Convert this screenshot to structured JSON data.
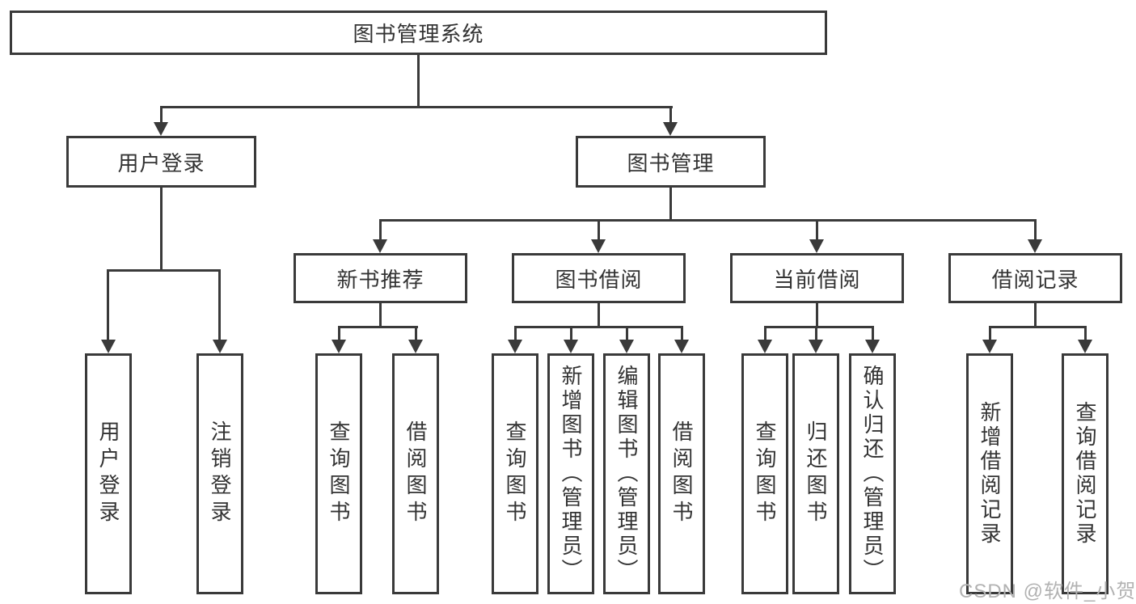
{
  "diagram": {
    "tree": {
      "label": "图书管理系统",
      "children": [
        {
          "label": "用户登录",
          "children": [
            {
              "label": "用户登录"
            },
            {
              "label": "注销登录"
            }
          ]
        },
        {
          "label": "图书管理",
          "children": [
            {
              "label": "新书推荐",
              "children": [
                {
                  "label": "查询图书"
                },
                {
                  "label": "借阅图书"
                }
              ]
            },
            {
              "label": "图书借阅",
              "children": [
                {
                  "label": "查询图书"
                },
                {
                  "label": "新增图书（管理员）"
                },
                {
                  "label": "编辑图书（管理员）"
                },
                {
                  "label": "借阅图书"
                }
              ]
            },
            {
              "label": "当前借阅",
              "children": [
                {
                  "label": "查询图书"
                },
                {
                  "label": "归还图书"
                },
                {
                  "label": "确认归还（管理员）"
                }
              ]
            },
            {
              "label": "借阅记录",
              "children": [
                {
                  "label": "新增借阅记录"
                },
                {
                  "label": "查询借阅记录"
                }
              ]
            }
          ]
        }
      ]
    },
    "watermark": {
      "text": "CSDN @软件_小贺同学"
    },
    "colors": {
      "line": "#3a3a3a",
      "text": "#333333",
      "watermark": "#b2b2b2",
      "background": "#ffffff"
    }
  }
}
